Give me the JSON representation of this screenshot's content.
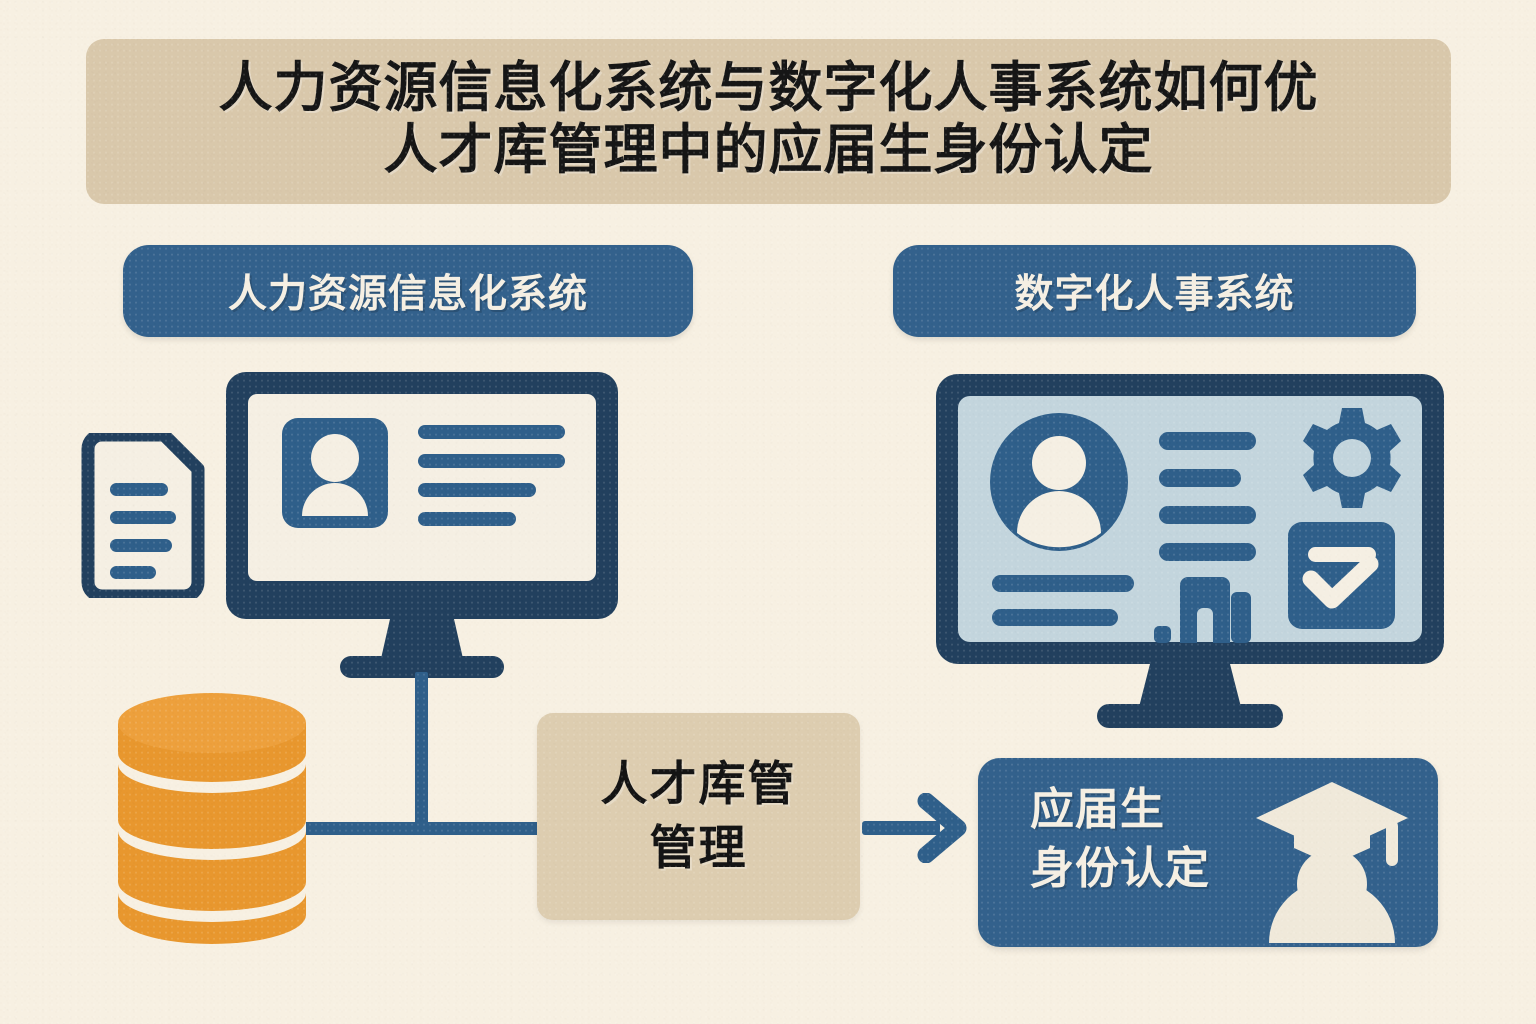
{
  "page": {
    "background_color": "#f7f0e2",
    "banner_color": "#d9c8ab",
    "accent_blue": "#33618c",
    "dark_navy": "#22405e",
    "orange": "#e8972e",
    "screen_light": "#c3d5dd",
    "screen_cream": "#f5efe3"
  },
  "title": {
    "line1": "人力资源信息化系统与数字化人事系统如何优",
    "line2": "人才库管理中的应届生身份认定"
  },
  "badges": {
    "left": "人力资源信息化系统",
    "right": "数字化人事系统"
  },
  "center_box": {
    "line1": "人才库管",
    "line2": "管理"
  },
  "outcome_badge": {
    "line1": "应届生",
    "line2": "身份认定",
    "icon": "graduate-icon"
  },
  "icons": {
    "document": "document-icon",
    "monitor_left": "monitor-hr-icon",
    "monitor_right": "monitor-digital-hr-icon",
    "database": "database-cylinder-icon",
    "arrow": "arrow-right-icon",
    "gear": "gear-icon",
    "checkbox": "checkbox-check-icon",
    "bar_chart": "bar-chart-icon",
    "avatar_card": "id-card-avatar-icon",
    "avatar_circle": "avatar-circle-icon"
  },
  "illustration": {
    "document_lines": 4,
    "left_screen_text_lines": 4,
    "right_screen_text_lines": 4,
    "right_screen_caption_lines": 2,
    "database_bands": 3,
    "bar_chart_bars": 3
  }
}
